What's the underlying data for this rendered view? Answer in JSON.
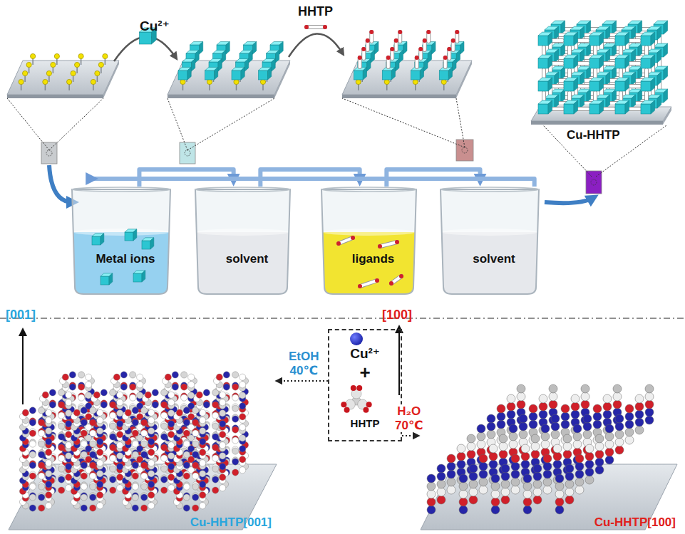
{
  "diagram": {
    "nodes": [
      {
        "text": [
          "Metal ions"
        ]
      },
      {
        "text": [
          "solvent"
        ]
      },
      {
        "text": [
          "ligands"
        ]
      },
      {
        "text": [
          "solvent"
        ]
      },
      {
        "text": [
          "Cu²⁺",
          "+",
          "HHTP"
        ]
      },
      {
        "text": [
          "Cu-HHTP[001]"
        ]
      },
      {
        "text": [
          "Cu-HHTP[100]"
        ]
      }
    ],
    "edges": [
      {
        "from": 0,
        "to": 1,
        "arrow": "to"
      },
      {
        "from": 1,
        "to": 2,
        "arrow": "to"
      },
      {
        "from": 2,
        "to": 3,
        "arrow": "to"
      },
      {
        "from": 3,
        "to": 0,
        "arrow": "to"
      },
      {
        "from": 4,
        "to": 5,
        "label": "EtOH 40℃",
        "arrow": "to"
      },
      {
        "from": 4,
        "to": 6,
        "label": "H₂O 70℃",
        "arrow": "to"
      }
    ],
    "labels": [
      "Cu²⁺",
      "HHTP",
      "Cu-HHTP",
      "[001]",
      "[100]"
    ]
  }
}
